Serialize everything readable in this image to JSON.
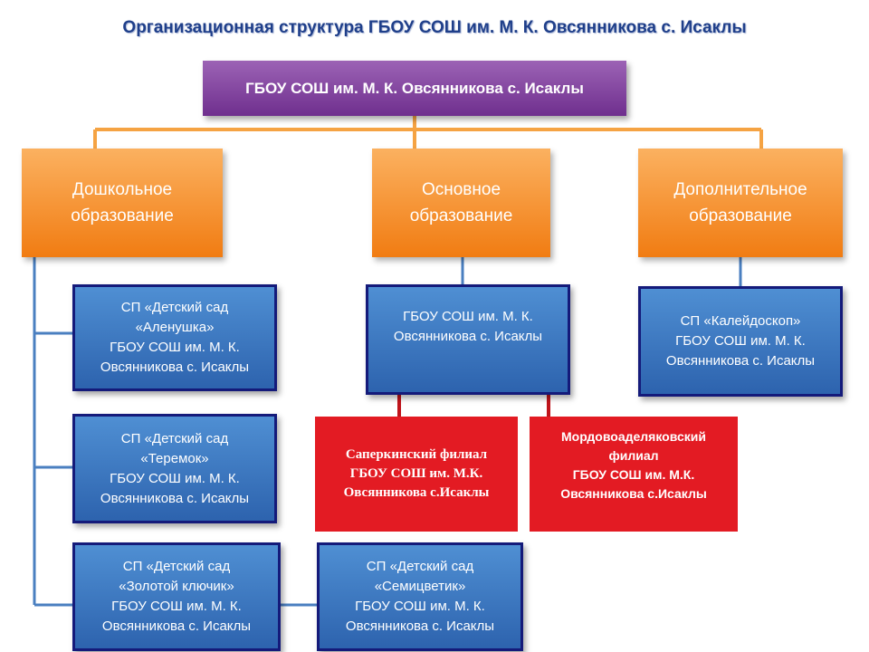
{
  "title": "Организационная структура ГБОУ СОШ им. М. К. Овсянникова с. Исаклы",
  "root": "ГБОУ СОШ им. М. К. Овсянникова  с. Исаклы",
  "branches": {
    "preschool": "Дошкольное\nобразование",
    "basic": "Основное\nобразование",
    "additional": "Дополнительное\nобразование"
  },
  "kindergartens": {
    "alenushka": "СП «Детский сад\n«Аленушка»\nГБОУ СОШ им. М. К.\nОвсянникова с. Исаклы",
    "teremok": "СП «Детский сад\n«Теремок»\nГБОУ СОШ им. М. К.\nОвсянникова с. Исаклы",
    "zolotoy": "СП «Детский сад\n«Золотой ключик»\nГБОУ СОШ им. М. К.\nОвсянникова с. Исаклы",
    "semitsvetik": "СП «Детский сад\n«Семицветик»\nГБОУ СОШ им. М. К.\nОвсянникова с. Исаклы"
  },
  "basic_school": "ГБОУ СОШ им. М. К.\nОвсянникова с. Исаклы",
  "filials": {
    "saperkino": "Саперкинский филиал\nГБОУ СОШ им. М.К.\nОвсянникова с.Исаклы",
    "mordovo": "Мордовоаделяковский\nфилиал\nГБОУ СОШ им. М.К.\nОвсянникова с.Исаклы"
  },
  "additional_center": "СП «Калейдоскоп»\nГБОУ СОШ им. М. К.\nОвсянникова с. Исаклы",
  "colors": {
    "title": "#1f3f8a",
    "root": "#7a3a98",
    "branch": "#f28c28",
    "unit": "#3a74c0",
    "unit_border": "#141a7a",
    "filial": "#e31b23",
    "connector_orange": "#f5a343",
    "connector_blue": "#4a7fc0",
    "connector_red": "#c0141b"
  }
}
